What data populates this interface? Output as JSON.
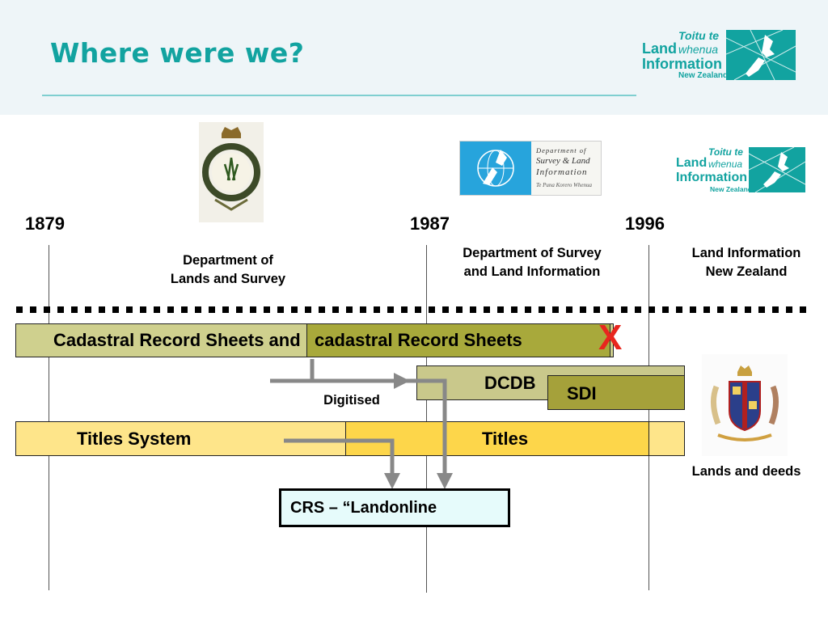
{
  "slide": {
    "title": "Where were we?"
  },
  "header_logo": {
    "line1": "Toitu te",
    "land": "Land",
    "whenua": "whenua",
    "information": "Information",
    "country": "New Zealand"
  },
  "logos": {
    "dosli": {
      "line1": "Department of",
      "line2": "Survey & Land",
      "line3": "Information",
      "tagline": "Te Puna Korero Whenua"
    },
    "linz": {
      "line1": "Toitu te",
      "land": "Land",
      "whenua": "whenua",
      "information": "Information",
      "country": "New Zealand"
    }
  },
  "timeline": {
    "years": [
      "1879",
      "1987",
      "1996"
    ],
    "eras": [
      {
        "line1": "Department of",
        "line2": "Lands and Survey"
      },
      {
        "line1": "Department of Survey",
        "line2": "and Land Information"
      },
      {
        "line1": "Land Information",
        "line2": "New Zealand"
      }
    ]
  },
  "bars": {
    "cadastral_old": "Cadastral Record Sheets and Indexes",
    "cadastral_new": "cadastral Record Sheets",
    "dcdb": "DCDB",
    "sdi": "SDI",
    "titles_system": "Titles System",
    "titles": "Titles",
    "discontinued_mark": "X"
  },
  "annotations": {
    "digitised": "Digitised",
    "lands_and_deeds": "Lands and deeds"
  },
  "crs": {
    "label": "CRS – “Landonline"
  },
  "colors": {
    "accent": "#12a3a0",
    "cadastral_old": "#cfd08e",
    "cadastral_new": "#a8a93b",
    "dcdb": "#c9c88b",
    "sdi": "#a5a13a",
    "titles_system": "#fee58a",
    "titles": "#fdd64a",
    "arrow": "#888888",
    "x_mark": "#e8261e",
    "crs_fill": "#e6fbfb"
  }
}
